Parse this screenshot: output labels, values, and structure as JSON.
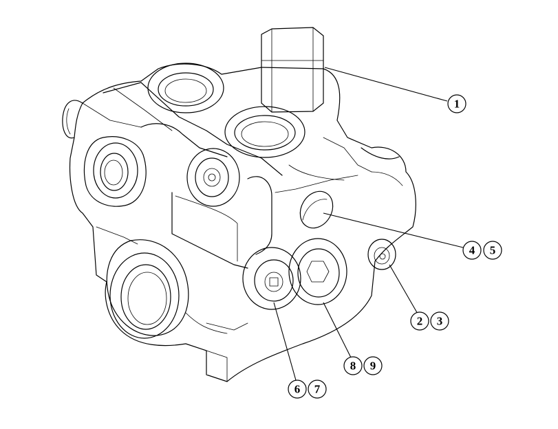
{
  "callouts": [
    {
      "id": "c1",
      "labels": [
        "1"
      ]
    },
    {
      "id": "c45",
      "labels": [
        "4",
        "5"
      ]
    },
    {
      "id": "c23",
      "labels": [
        "2",
        "3"
      ]
    },
    {
      "id": "c89",
      "labels": [
        "8",
        "9"
      ]
    },
    {
      "id": "c67",
      "labels": [
        "6",
        "7"
      ]
    }
  ]
}
